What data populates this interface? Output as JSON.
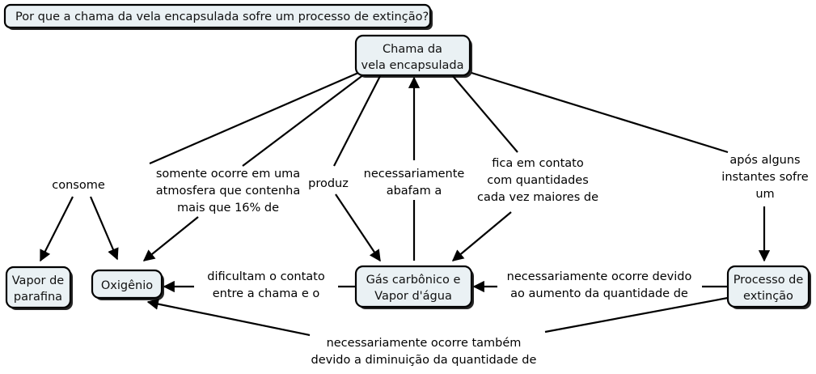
{
  "title": {
    "text": "Por que a chama da vela encapsulada sofre um processo de extinção?"
  },
  "nodes": {
    "root": {
      "line1": "Chama da",
      "line2": "vela encapsulada"
    },
    "vapor_parafina": {
      "line1": "Vapor de",
      "line2": "parafina"
    },
    "oxigenio": {
      "line1": "Oxigênio",
      "line2": ""
    },
    "gas_vapor": {
      "line1": "Gás carbônico e",
      "line2": "Vapor d'água"
    },
    "processo": {
      "line1": "Processo de",
      "line2": "extinção"
    }
  },
  "links": {
    "consome": {
      "line1": "consome",
      "line2": "",
      "line3": ""
    },
    "somente_ocorre": {
      "line1": "somente ocorre em uma",
      "line2": "atmosfera que contenha",
      "line3": "mais que 16% de"
    },
    "produz": {
      "line1": "produz",
      "line2": "",
      "line3": ""
    },
    "abafam": {
      "line1": "necessariamente",
      "line2": "abafam a",
      "line3": ""
    },
    "fica_contato": {
      "line1": "fica em contato",
      "line2": "com quantidades",
      "line3": "cada vez maiores de"
    },
    "apos_alguns": {
      "line1": "após alguns",
      "line2": "instantes sofre",
      "line3": "um"
    },
    "dificultam": {
      "line1": "dificultam o contato",
      "line2": "entre a chama e o",
      "line3": ""
    },
    "aumento": {
      "line1": "necessariamente ocorre devido",
      "line2": "ao aumento da quantidade de",
      "line3": ""
    },
    "diminuicao": {
      "line1": "necessariamente ocorre também",
      "line2": "devido a diminuição da quantidade de",
      "line3": ""
    }
  },
  "colors": {
    "node_fill": "#eaf1f4",
    "node_stroke": "#000000",
    "edge": "#000000",
    "text": "#111111",
    "background": "#ffffff"
  }
}
